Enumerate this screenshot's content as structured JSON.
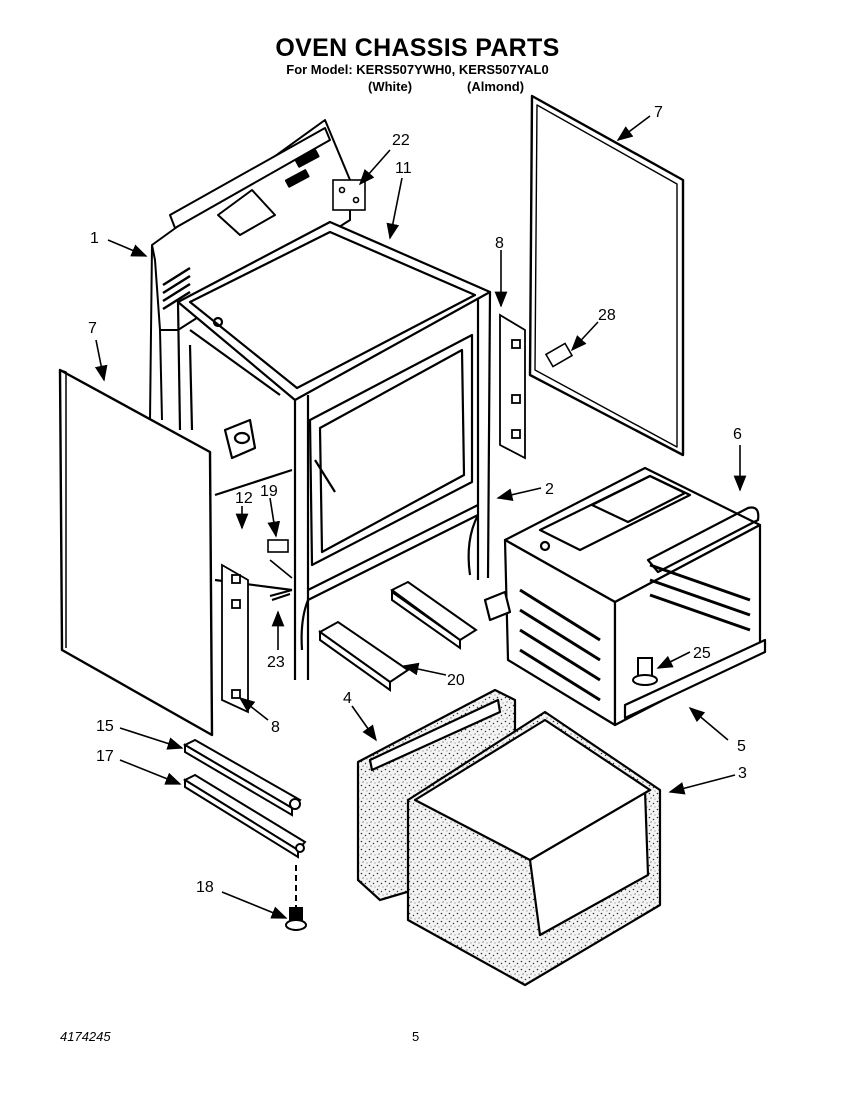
{
  "page": {
    "title": "OVEN CHASSIS PARTS",
    "model_line": "For Model: KERS507YWH0, KERS507YAL0",
    "variants": [
      "(White)",
      "(Almond)"
    ],
    "doc_number": "4174245",
    "page_number": "5"
  },
  "callouts": [
    "1",
    "22",
    "11",
    "7",
    "8",
    "28",
    "7",
    "6",
    "2",
    "12",
    "19",
    "23",
    "8",
    "20",
    "25",
    "5",
    "4",
    "3",
    "15",
    "17",
    "18"
  ]
}
